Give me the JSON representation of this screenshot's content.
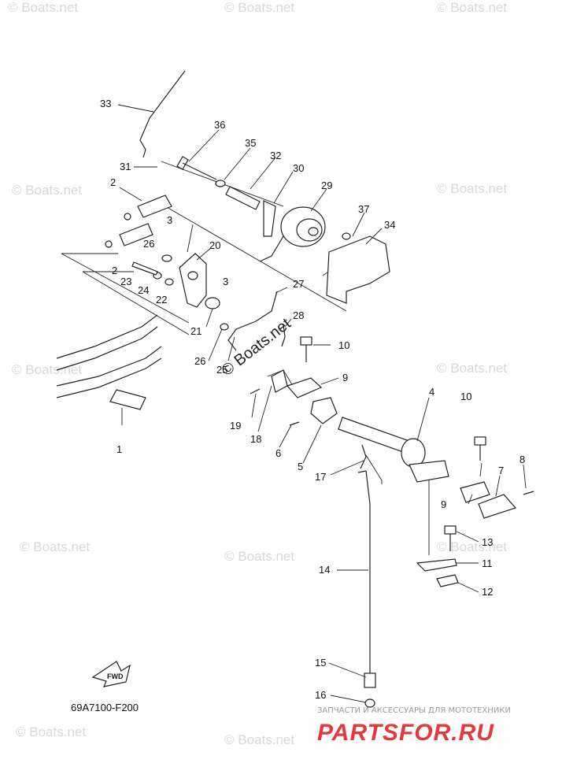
{
  "diagram": {
    "code": "69A7100-F200",
    "fwd_label": "FWD",
    "callouts": [
      "1",
      "2",
      "2",
      "3",
      "3",
      "4",
      "5",
      "6",
      "7",
      "8",
      "9",
      "9",
      "10",
      "10",
      "11",
      "12",
      "13",
      "14",
      "15",
      "16",
      "17",
      "18",
      "19",
      "20",
      "21",
      "22",
      "23",
      "24",
      "25",
      "26",
      "26",
      "27",
      "28",
      "29",
      "30",
      "31",
      "32",
      "33",
      "34",
      "35",
      "36",
      "37"
    ]
  },
  "watermark": {
    "text": "© Boats.net",
    "center_text": "© Boats.net"
  },
  "brand": {
    "tagline": "ЗАПЧАСТИ И АКСЕССУАРЫ ДЛЯ МОТОТЕХНИКИ",
    "name": "PARTSFOR.RU",
    "color": "#e23a3a"
  }
}
